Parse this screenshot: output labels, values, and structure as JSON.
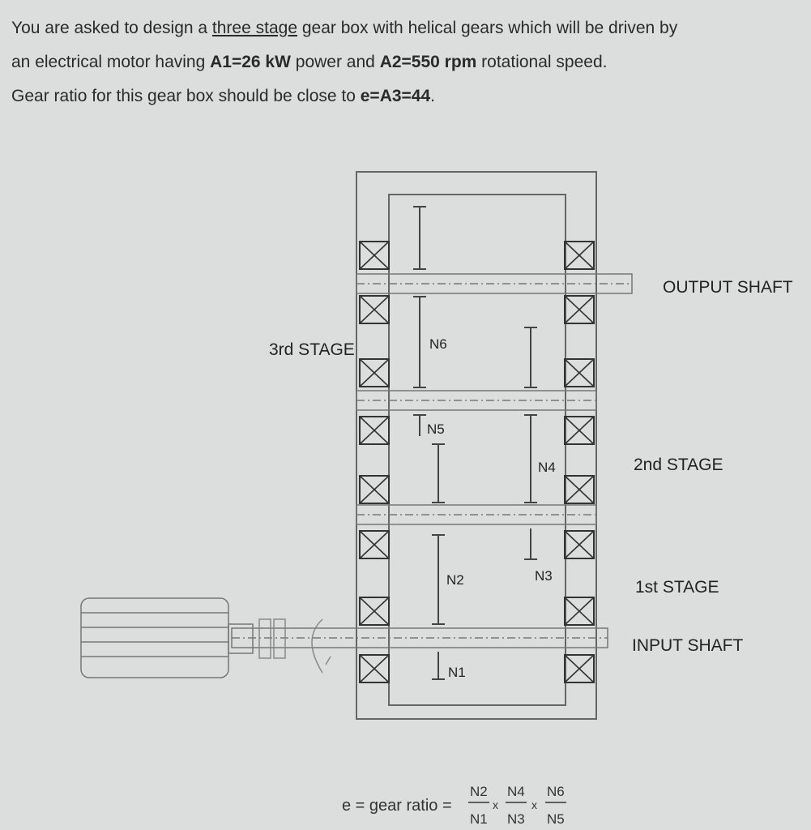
{
  "problem": {
    "line1_a": "You are asked to design a ",
    "line1_u": "three stage",
    "line1_b": " gear box with helical gears which will be driven by",
    "line2_a": "an electrical motor having ",
    "line2_b1": "A1=26 kW",
    "line2_c": " power and ",
    "line2_b2": "A2=550 rpm",
    "line2_d": " rotational speed.",
    "line3_a": "Gear ratio for this gear box should be close to ",
    "line3_b": "e=A3=44",
    "line3_c": "."
  },
  "diagram": {
    "output_shaft": "OUTPUT SHAFT",
    "input_shaft": "INPUT SHAFT",
    "stage3": "3rd STAGE",
    "stage2": "2nd STAGE",
    "stage1": "1st STAGE",
    "n1": "N1",
    "n2": "N2",
    "n3": "N3",
    "n4": "N4",
    "n5": "N5",
    "n6": "N6"
  },
  "formula": {
    "lhs": "e = gear ratio  =",
    "num1": "N2",
    "den1": "N1",
    "num2": "N4",
    "den2": "N3",
    "num3": "N6",
    "den3": "N5",
    "times": "x"
  }
}
